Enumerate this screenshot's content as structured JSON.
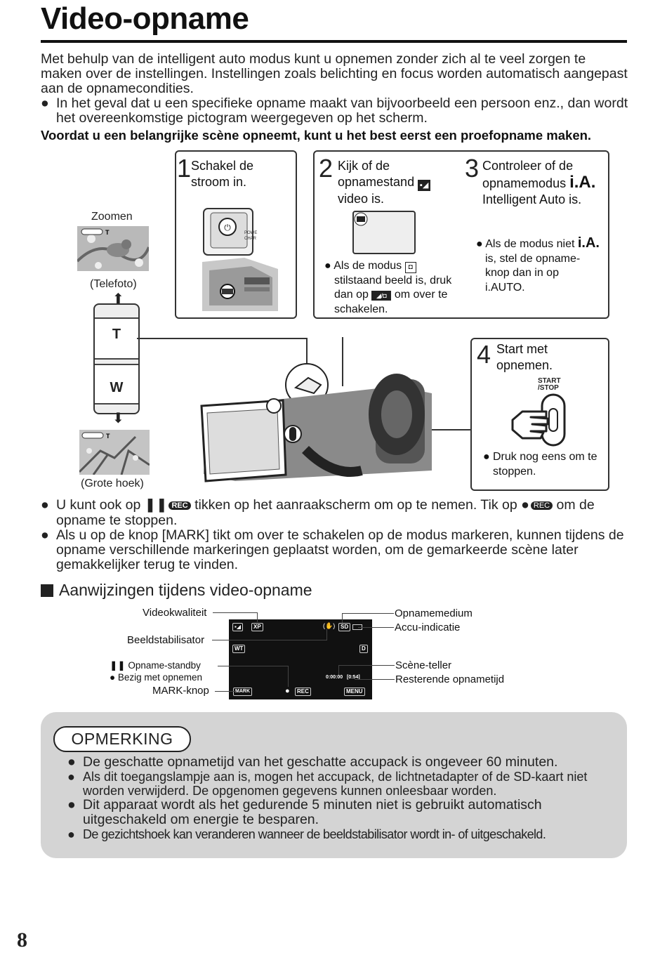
{
  "page": {
    "title": "Video-opname",
    "intro": "Met behulp van de intelligent auto modus kunt u opnemen zonder zich al te veel zorgen te maken over de instellingen. Instellingen zoals belichting en focus worden automatisch aangepast aan de opnamecondities.",
    "intro_bullet": "In het geval dat u een specifieke opname maakt van bijvoorbeeld een persoon enz., dan wordt het overeenkomstige pictogram weergegeven op het scherm.",
    "bold_tip": "Voordat u een belangrijke scène opneemt, kunt u het best eerst een proefopname maken.",
    "page_number": "8"
  },
  "zoom": {
    "label": "Zoomen",
    "tele": "(Telefoto)",
    "wide": "(Grote hoek)",
    "t": "T",
    "w": "W"
  },
  "steps": {
    "s1_num": "1",
    "s1_text": "Schakel de stroom in.",
    "s2_num": "2",
    "s2_line1": "Kijk of de",
    "s2_line2": "opnamestand",
    "s2_line3": "video is.",
    "s2_note1": "Als de modus",
    "s2_note2": "stilstaand beeld is, druk",
    "s2_note3": "dan op",
    "s2_note4": "om over te",
    "s2_note5": "schakelen.",
    "s3_num": "3",
    "s3_line1": "Controleer of de",
    "s3_line2": "opnamemodus",
    "s3_ia": "i.A.",
    "s3_line3": "Intelligent Auto is.",
    "s3_note1": "Als de modus niet",
    "s3_note2": "is, stel de opname-",
    "s3_note3": "knop dan in op",
    "s3_note4": "i.AUTO.",
    "s4_num": "4",
    "s4_text": "Start met opnemen.",
    "s4_btn1": "START",
    "s4_btn2": "/STOP",
    "s4_note": "Druk nog eens om te stoppen."
  },
  "lower": {
    "b1_a": "U kunt ook op",
    "b1_b": "tikken op het aanraakscherm om op te nemen. Tik op",
    "b1_c": "om de opname te stoppen.",
    "b2": "Als u op de knop [MARK] tikt om over te schakelen op de modus markeren, kunnen tijdens de opname verschillende markeringen geplaatst worden, om de gemarkeerde scène later gemakkelijker terug te vinden.",
    "rec": "REC"
  },
  "indicators": {
    "section_title": "Aanwijzingen tijdens video-opname",
    "videokwaliteit": "Videokwaliteit",
    "beeldstabilisator": "Beeldstabilisator",
    "standby": "Opname-standby",
    "bezig": "Bezig met opnemen",
    "mark": "MARK-knop",
    "opnamemedium": "Opnamemedium",
    "accu": "Accu-indicatie",
    "scene": "Scène-teller",
    "resterend": "Resterende opnametijd",
    "scr_xp": "XP",
    "scr_sd": "SD",
    "scr_wt": "WT",
    "scr_d": "D",
    "scr_time": "0:00:00",
    "scr_remain": "[0:54]",
    "scr_mark": "MARK",
    "scr_rec": "REC",
    "scr_menu": "MENU"
  },
  "note": {
    "title": "OPMERKING",
    "items": [
      "De geschatte opnametijd van het geschatte accupack is ongeveer 60 minuten.",
      "Als dit toegangslampje aan is, mogen het accupack, de lichtnetadapter of de SD-kaart niet worden verwijderd. De opgenomen gegevens kunnen onleesbaar worden.",
      "Dit apparaat wordt als het gedurende 5 minuten niet is gebruikt automatisch uitgeschakeld om energie te besparen.",
      "De gezichtshoek kan veranderen wanneer de beeldstabilisator wordt in- of uitgeschakeld."
    ]
  }
}
